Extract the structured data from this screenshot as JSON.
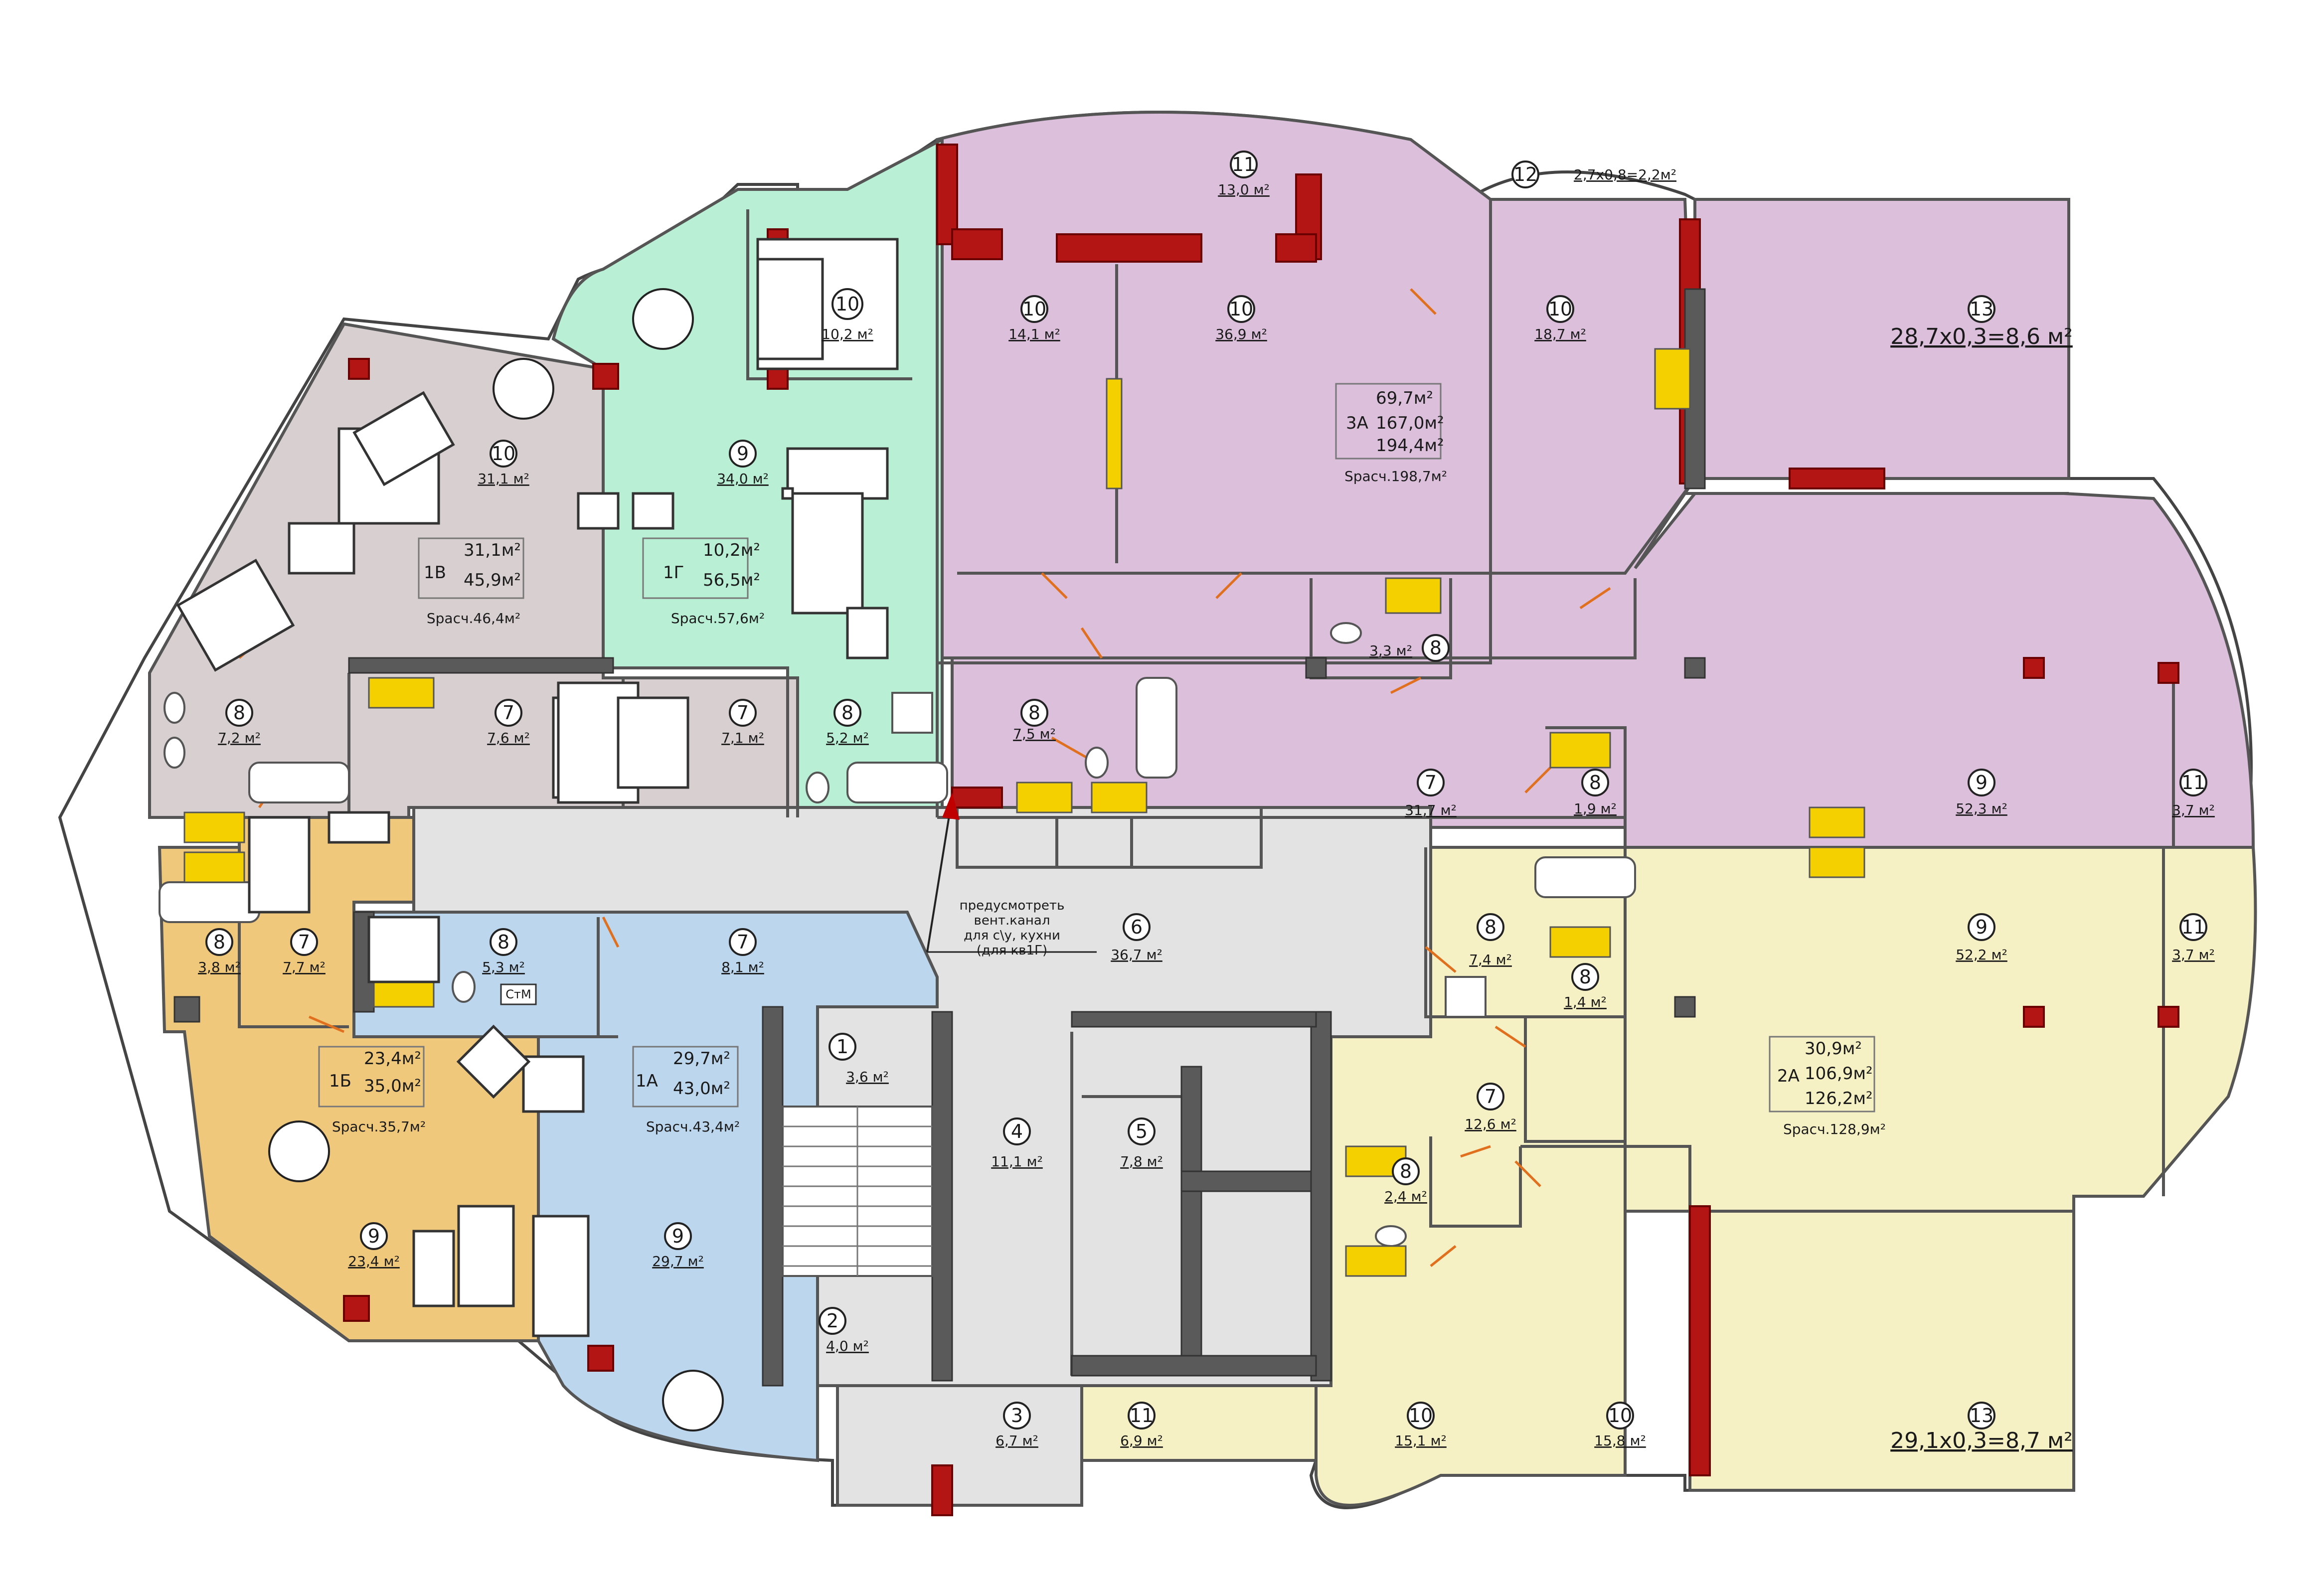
{
  "colors": {
    "apt_3A": "#dbbfdb",
    "apt_2A": "#f6f1c4",
    "apt_1G": "#b8efd5",
    "apt_1V": "#d8d0d0",
    "apt_1B": "#f0c87c",
    "apt_1A": "#bcd6ee",
    "common": "#e3e3e3",
    "wall_hatch": "#b31414",
    "door_swing": "#e0701e"
  },
  "room_labels": [
    {
      "n": "11",
      "area": "13,0 м²"
    },
    {
      "n": "12",
      "area": "2,7х0,8=2,2м²"
    },
    {
      "n": "10",
      "area": "10,2 м²"
    },
    {
      "n": "10",
      "area": "14,1 м²"
    },
    {
      "n": "10",
      "area": "36,9 м²"
    },
    {
      "n": "10",
      "area": "18,7 м²"
    },
    {
      "n": "13",
      "area": "28,7х0,3=8,6 м²"
    },
    {
      "n": "10",
      "area": "31,1 м²"
    },
    {
      "n": "9",
      "area": "34,0 м²"
    },
    {
      "n": "8",
      "area": "3,3 м²"
    },
    {
      "n": "8",
      "area": "7,2 м²"
    },
    {
      "n": "7",
      "area": "7,6 м²"
    },
    {
      "n": "7",
      "area": "7,1 м²"
    },
    {
      "n": "8",
      "area": "5,2 м²"
    },
    {
      "n": "8",
      "area": "7,5 м²"
    },
    {
      "n": "7",
      "area": "31,7 м²"
    },
    {
      "n": "8",
      "area": "1,9 м²"
    },
    {
      "n": "9",
      "area": "52,3 м²"
    },
    {
      "n": "11",
      "area": "3,7 м²"
    },
    {
      "n": "8",
      "area": "3,8 м²"
    },
    {
      "n": "7",
      "area": "7,7 м²"
    },
    {
      "n": "8",
      "area": "5,3 м²"
    },
    {
      "n": "7",
      "area": "8,1 м²"
    },
    {
      "n": "6",
      "area": "36,7 м²"
    },
    {
      "n": "8",
      "area": "7,4 м²"
    },
    {
      "n": "8",
      "area": "1,4 м²"
    },
    {
      "n": "9",
      "area": "52,2 м²"
    },
    {
      "n": "11",
      "area": "3,7 м²"
    },
    {
      "n": "1",
      "area": "3,6 м²"
    },
    {
      "n": "4",
      "area": "11,1 м²"
    },
    {
      "n": "5",
      "area": "7,8 м²"
    },
    {
      "n": "7",
      "area": "12,6 м²"
    },
    {
      "n": "8",
      "area": "2,4 м²"
    },
    {
      "n": "9",
      "area": "23,4 м²"
    },
    {
      "n": "9",
      "area": "29,7 м²"
    },
    {
      "n": "2",
      "area": "4,0 м²"
    },
    {
      "n": "3",
      "area": "6,7 м²"
    },
    {
      "n": "11",
      "area": "6,9 м²"
    },
    {
      "n": "10",
      "area": "15,1 м²"
    },
    {
      "n": "10",
      "area": "15,8 м²"
    },
    {
      "n": "13",
      "area": "29,1х0,3=8,7 м²"
    }
  ],
  "summaries": [
    {
      "id": "3А",
      "values": [
        "69,7м²",
        "167,0м²",
        "194,4м²"
      ],
      "calc": "Sрасч.198,7м²"
    },
    {
      "id": "1В",
      "values": [
        "31,1м²",
        "45,9м²"
      ],
      "calc": "Sрасч.46,4м²"
    },
    {
      "id": "1Г",
      "values": [
        "10,2м²",
        "56,5м²"
      ],
      "calc": "Sрасч.57,6м²"
    },
    {
      "id": "1Б",
      "values": [
        "23,4м²",
        "35,0м²"
      ],
      "calc": "Sрасч.35,7м²"
    },
    {
      "id": "1А",
      "values": [
        "29,7м²",
        "43,0м²"
      ],
      "calc": "Sрасч.43,4м²"
    },
    {
      "id": "2А",
      "values": [
        "30,9м²",
        "106,9м²",
        "126,2м²"
      ],
      "calc": "Sрасч.128,9м²"
    }
  ],
  "note_lines": [
    "предусмотреть",
    "вент.канал",
    "для с\\у, кухни",
    "(для кв1Г)"
  ],
  "stove_label": "СтМ"
}
